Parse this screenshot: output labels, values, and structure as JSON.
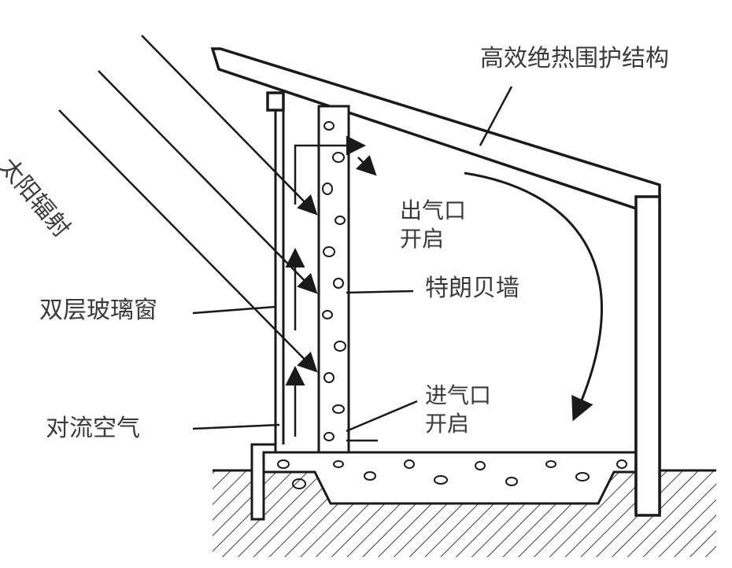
{
  "diagram": {
    "labels": {
      "solar_radiation": "太阳辐射",
      "envelope": "高效绝热围护结构",
      "outlet_line1": "出气口",
      "outlet_line2": "开启",
      "trombe_wall": "特朗贝墙",
      "double_glazing": "双层玻璃窗",
      "inlet_line1": "进气口",
      "inlet_line2": "开启",
      "convection_air": "对流空气"
    },
    "colors": {
      "line": "#1a1a1a",
      "text": "#3a3a3a",
      "background": "#ffffff"
    }
  }
}
